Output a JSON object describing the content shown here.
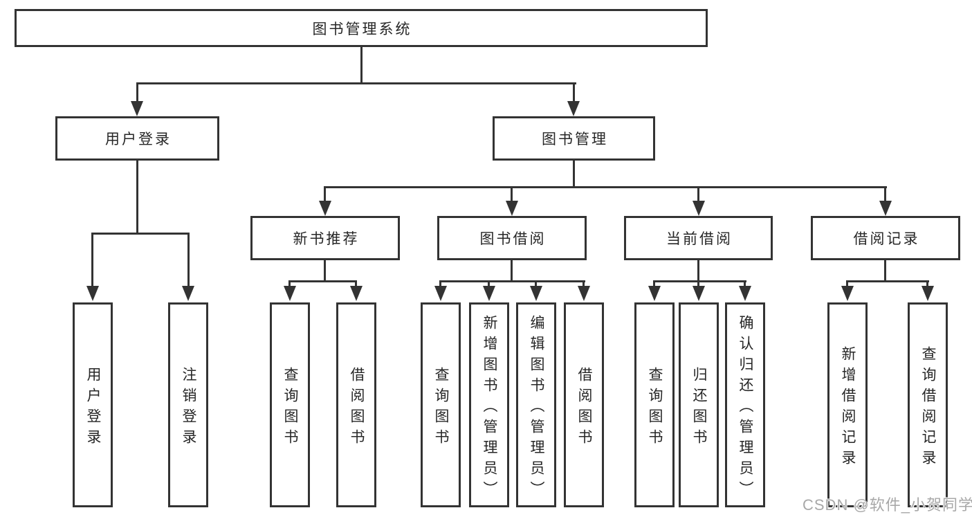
{
  "diagram": {
    "title": "图书管理系统",
    "nodes": {
      "root": "图书管理系统",
      "user_login": "用户登录",
      "book_mgmt": "图书管理",
      "new_book_rec": "新书推荐",
      "book_borrow": "图书借阅",
      "current_borrow": "当前借阅",
      "borrow_record": "借阅记录",
      "leaf_user_login": "用户登录",
      "leaf_logout": "注销登录",
      "rec_query_book": "查询图书",
      "rec_borrow_book": "借阅图书",
      "bb_query_book": "查询图书",
      "bb_add_book": "新增图书（管理员）",
      "bb_edit_book": "编辑图书（管理员）",
      "bb_borrow_book": "借阅图书",
      "cb_query_book": "查询图书",
      "cb_return_book": "归还图书",
      "cb_confirm_return": "确认归还（管理员）",
      "br_add_record": "新增借阅记录",
      "br_query_record": "查询借阅记录"
    }
  },
  "watermark": "CSDN @软件_小贺同学",
  "colors": {
    "line": "#333333",
    "text": "#262626",
    "watermark": "#a8a8a8",
    "background": "#ffffff"
  }
}
